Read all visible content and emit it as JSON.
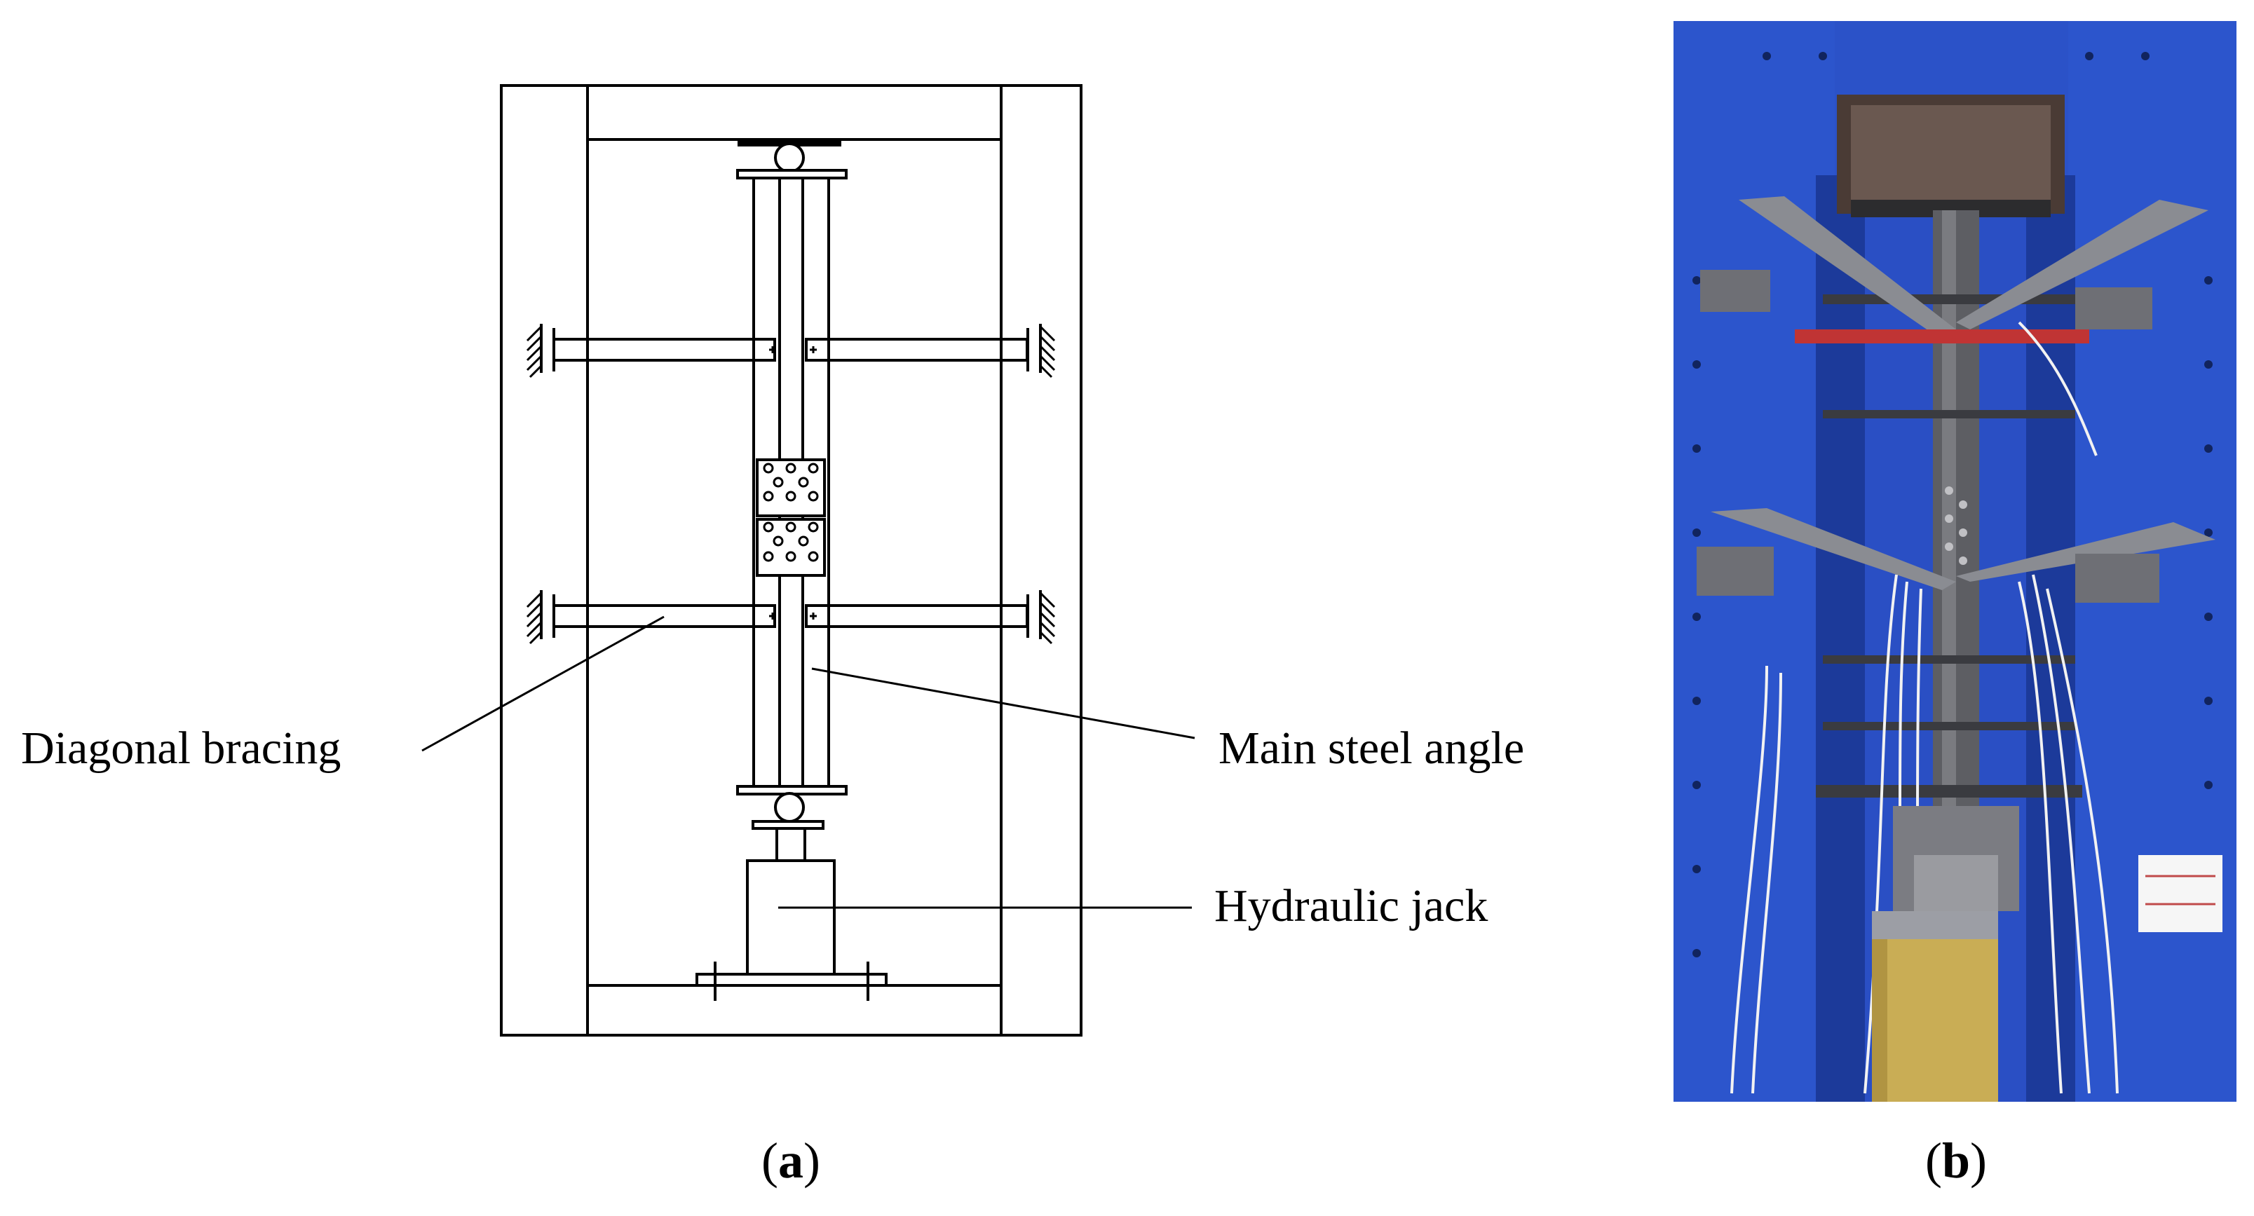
{
  "diagram": {
    "labels": {
      "diagonal_bracing": "Diagonal bracing",
      "main_steel_angle": "Main steel angle",
      "hydraulic_jack": "Hydraulic jack"
    }
  },
  "captions": {
    "a": "a",
    "b": "b"
  },
  "colors": {
    "frame_blue": "#2a4fc4",
    "frame_blue_dark": "#1c3a9a",
    "jack_yellow": "#c9ad55",
    "steel_gray": "#5d5e63",
    "bracket_gray": "#8a8c92"
  }
}
